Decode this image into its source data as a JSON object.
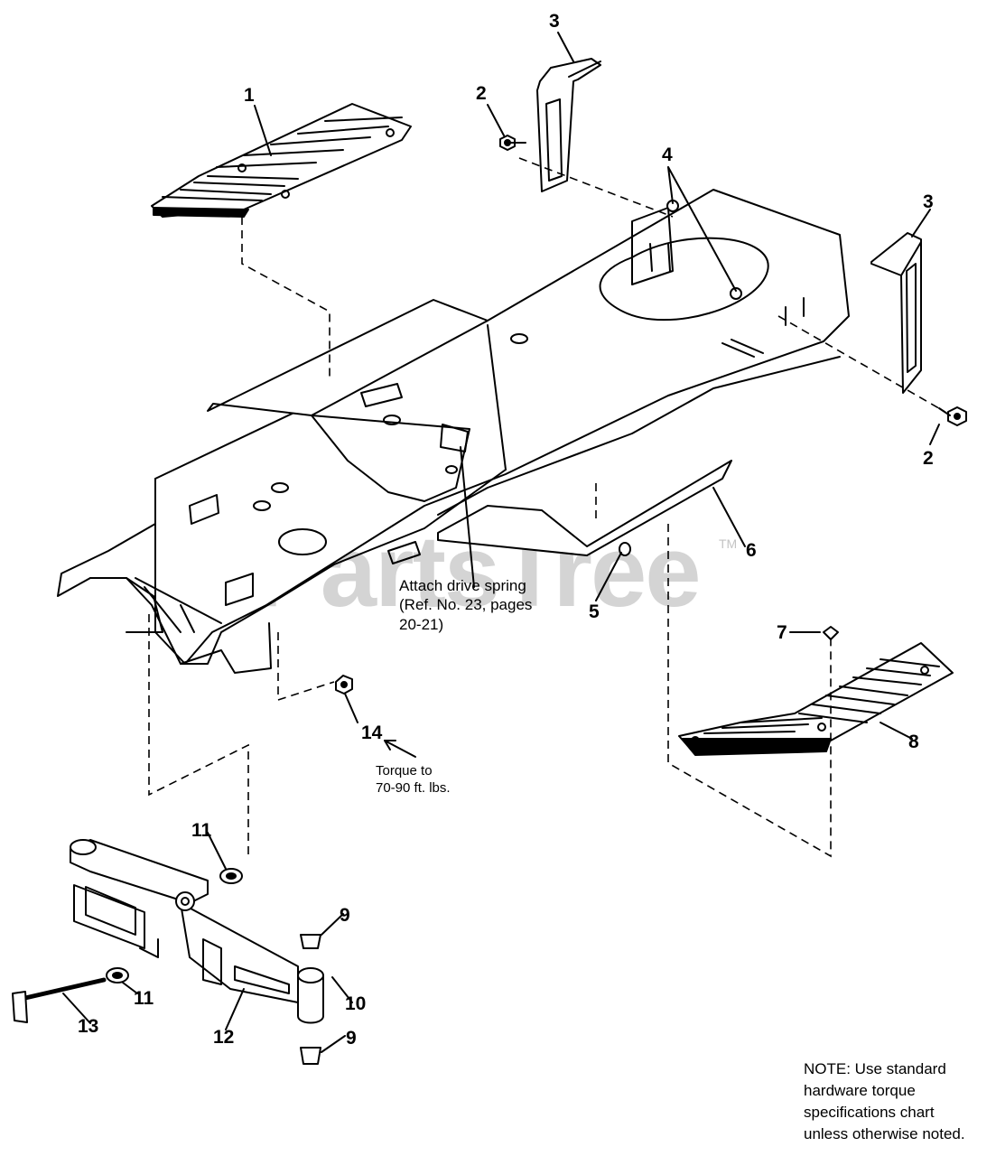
{
  "watermark": {
    "text": "PartsTree",
    "trademark": "TM"
  },
  "callouts": [
    {
      "id": "1",
      "label": "1"
    },
    {
      "id": "2a",
      "label": "2"
    },
    {
      "id": "2b",
      "label": "2"
    },
    {
      "id": "3a",
      "label": "3"
    },
    {
      "id": "3b",
      "label": "3"
    },
    {
      "id": "4",
      "label": "4"
    },
    {
      "id": "5",
      "label": "5"
    },
    {
      "id": "6",
      "label": "6"
    },
    {
      "id": "7",
      "label": "7"
    },
    {
      "id": "8",
      "label": "8"
    },
    {
      "id": "9a",
      "label": "9"
    },
    {
      "id": "9b",
      "label": "9"
    },
    {
      "id": "10",
      "label": "10"
    },
    {
      "id": "11a",
      "label": "11"
    },
    {
      "id": "11b",
      "label": "11"
    },
    {
      "id": "12",
      "label": "12"
    },
    {
      "id": "13",
      "label": "13"
    },
    {
      "id": "14",
      "label": "14"
    }
  ],
  "notes": {
    "spring": {
      "line1": "Attach drive spring",
      "line2": "(Ref. No. 23, pages",
      "line3": "20-21)"
    },
    "torque": {
      "line1": "Torque to",
      "line2": "70-90 ft. lbs."
    },
    "standard": {
      "line1": "NOTE:  Use standard",
      "line2": "hardware torque",
      "line3": "specifications chart",
      "line4": "unless otherwise noted."
    }
  }
}
